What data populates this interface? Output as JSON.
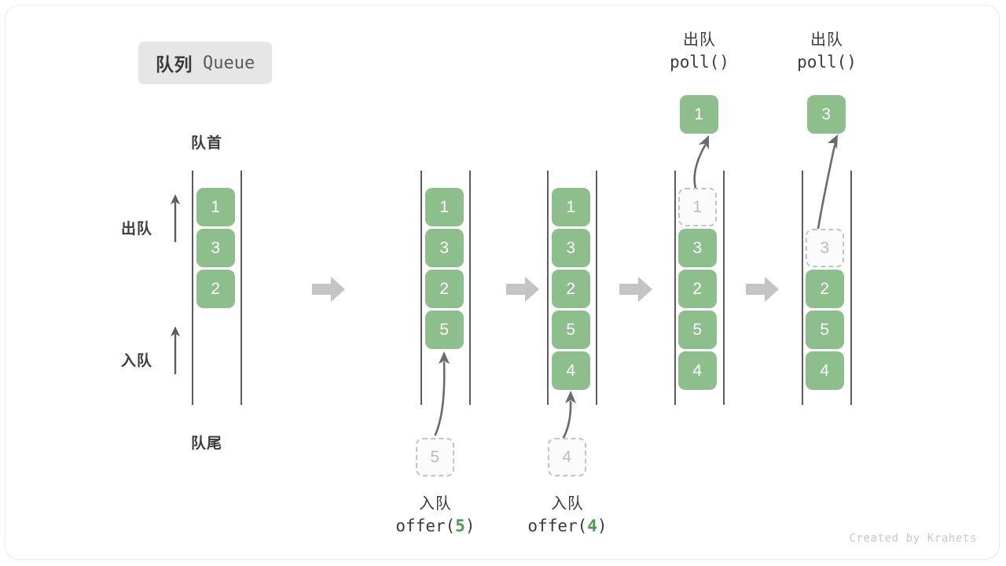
{
  "title": {
    "cn": "队列",
    "en": "Queue"
  },
  "labels": {
    "head": "队首",
    "tail": "队尾",
    "dequeue": "出队",
    "enqueue": "入队"
  },
  "icons": {
    "up_arrow_dequeue": "arrow-up-icon",
    "up_arrow_enqueue": "arrow-up-icon",
    "step_arrow": "arrow-right-icon",
    "motion_arrow": "curved-arrow-up-icon"
  },
  "colors": {
    "cell_fill": "#8cbf8c",
    "cell_text": "#ffffff",
    "ghost_border": "#c4c4c4",
    "ghost_text": "#bcbcbc",
    "rail": "#5c5c5c",
    "step_arrow": "#c4c4c4",
    "motion_arrow": "#6b6b6b",
    "badge_bg": "#e6e6e6",
    "accent_green": "#4e9a4e"
  },
  "columns": [
    {
      "id": "state-initial",
      "cells": [
        "1",
        "3",
        "2"
      ],
      "ghost_below": null,
      "popped": null,
      "caption": null
    },
    {
      "id": "state-after-offer-5",
      "cells": [
        "1",
        "3",
        "2",
        "5"
      ],
      "ghost_below": "5",
      "popped": null,
      "caption": {
        "cn": "入队",
        "fn": "offer(",
        "arg": "5",
        "close": ")"
      }
    },
    {
      "id": "state-after-offer-4",
      "cells": [
        "1",
        "3",
        "2",
        "5",
        "4"
      ],
      "ghost_below": "4",
      "popped": null,
      "caption": {
        "cn": "入队",
        "fn": "offer(",
        "arg": "4",
        "close": ")"
      }
    },
    {
      "id": "state-after-poll-1",
      "cells": [
        "3",
        "2",
        "5",
        "4"
      ],
      "ghost_in_slot": {
        "index": 0,
        "value": "1"
      },
      "popped": "1",
      "caption_top": {
        "cn": "出队",
        "fn": "poll(",
        "arg": "",
        "close": ")"
      }
    },
    {
      "id": "state-after-poll-3",
      "cells": [
        "2",
        "5",
        "4"
      ],
      "ghost_in_slot": {
        "index": 1,
        "value": "3"
      },
      "popped": "3",
      "caption_top": {
        "cn": "出队",
        "fn": "poll(",
        "arg": "",
        "close": ")"
      }
    }
  ],
  "credit": "Created by Krahets"
}
